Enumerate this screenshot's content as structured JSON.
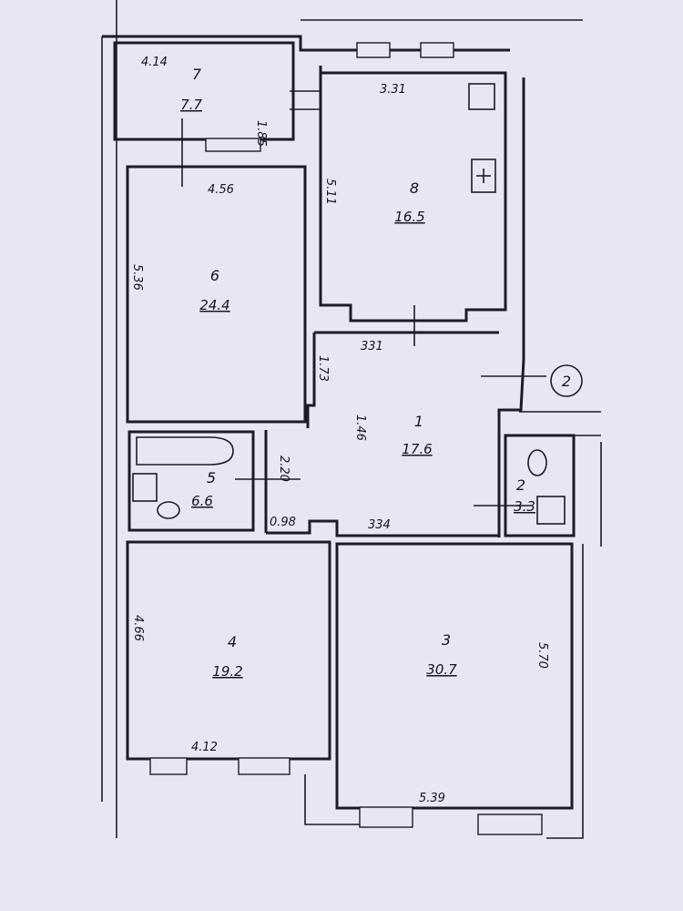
{
  "rooms": [
    {
      "number": "7",
      "area": "7.7"
    },
    {
      "number": "8",
      "area": "16.5"
    },
    {
      "number": "6",
      "area": "24.4"
    },
    {
      "number": "1",
      "area": "17.6"
    },
    {
      "number": "5",
      "area": "6.6"
    },
    {
      "number": "2",
      "area": "3.3"
    },
    {
      "number": "4",
      "area": "19.2"
    },
    {
      "number": "3",
      "area": "30.7"
    }
  ],
  "dimensions": {
    "room7_width": "4.14",
    "room7_depth": "1.85",
    "room8_width": "3.31",
    "room8_depth": "5.11",
    "room6_width": "4.56",
    "room6_depth": "5.36",
    "hall_width": "331",
    "hall_depth_upper": "1.73",
    "hall_depth_mid": "1.46",
    "bath_depth": "2.20",
    "bath_width": "0.98",
    "hall_lower_width": "334",
    "room4_depth": "4.66",
    "room4_width": "4.12",
    "room3_depth": "5.70",
    "room3_width": "5.39"
  },
  "marker": "2"
}
